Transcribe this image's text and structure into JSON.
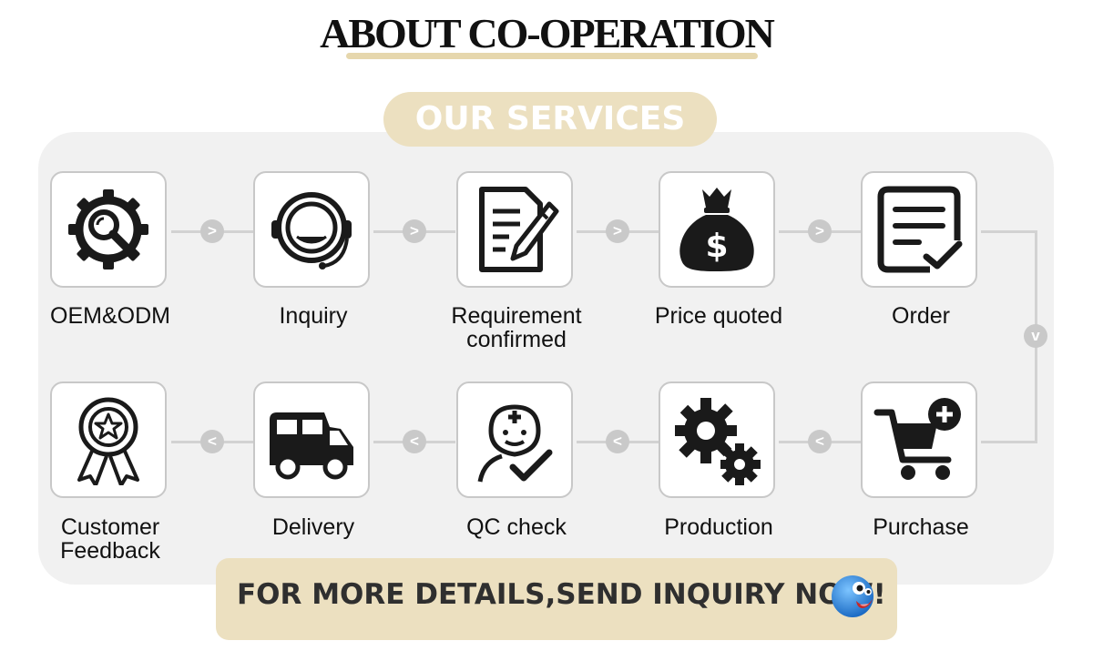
{
  "header": {
    "title": "ABOUT CO-OPERATION",
    "services_pill": "OUR SERVICES"
  },
  "steps_row1": [
    {
      "label": "OEM&ODM",
      "icon": "gear-search-icon"
    },
    {
      "label": "Inquiry",
      "icon": "headset-icon"
    },
    {
      "label": "Requirement confirmed",
      "icon": "document-pen-icon"
    },
    {
      "label": "Price quoted",
      "icon": "money-bag-icon"
    },
    {
      "label": "Order",
      "icon": "checklist-icon"
    }
  ],
  "steps_row2": [
    {
      "label": "Customer Feedback",
      "icon": "award-ribbon-icon"
    },
    {
      "label": "Delivery",
      "icon": "truck-icon"
    },
    {
      "label": "QC check",
      "icon": "inspector-check-icon"
    },
    {
      "label": "Production",
      "icon": "gears-icon"
    },
    {
      "label": "Purchase",
      "icon": "cart-plus-icon"
    }
  ],
  "arrows": {
    "right": ">",
    "left": "<",
    "down": "v"
  },
  "cta": {
    "text": "FOR MORE DETAILS,SEND INQUIRY NOW!",
    "icon": "blue-mascot-icon"
  },
  "colors": {
    "accent_beige": "#ece0c0",
    "panel_bg": "#f1f1f1",
    "connector_gray": "#d2d2d2"
  }
}
